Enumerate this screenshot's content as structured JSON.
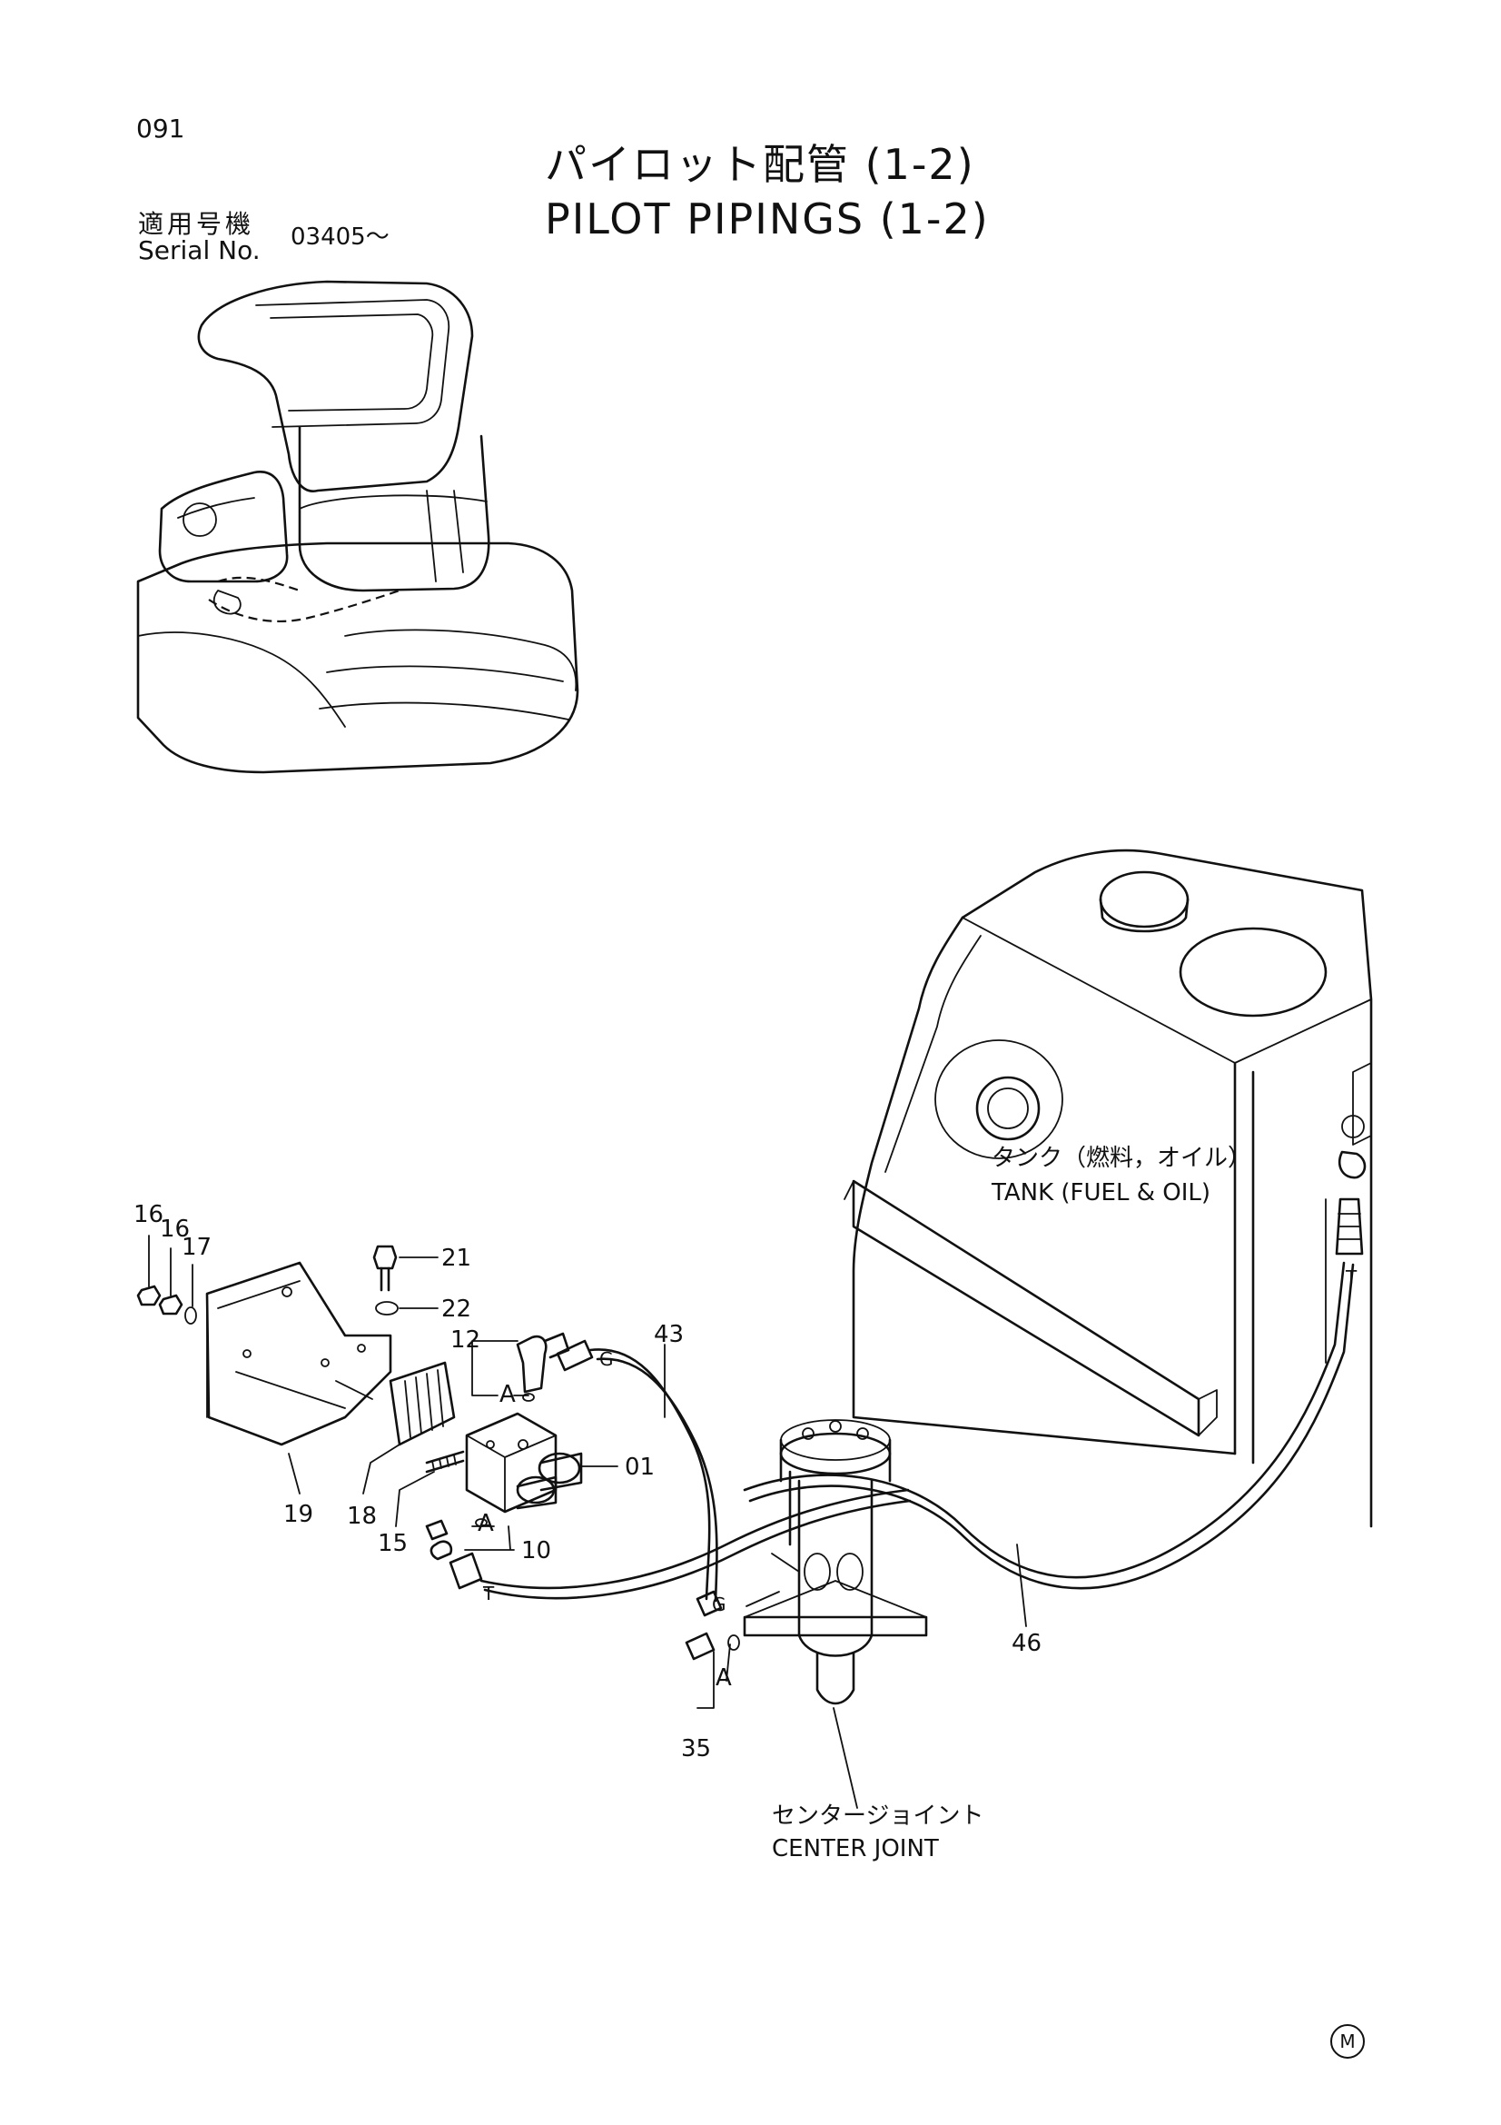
{
  "page": {
    "number": "091",
    "title_jp": "パイロット配管 (1-2)",
    "title_en": "PILOT PIPINGS (1-2)",
    "serial_label_jp": "適用号機",
    "serial_label_en": "Serial No.",
    "serial_value": "03405～",
    "mark": "M"
  },
  "labels": {
    "tank_jp": "タンク（燃料，オイル）",
    "tank_en": "TANK (FUEL & OIL)",
    "center_joint_jp": "センタージョイント",
    "center_joint_en": "CENTER JOINT"
  },
  "callouts": {
    "p16a": "16",
    "p16b": "16",
    "p17": "17",
    "p21": "21",
    "p22": "22",
    "p12": "12",
    "p43": "43",
    "pA1": "A",
    "p01": "01",
    "p19": "19",
    "p18": "18",
    "p15": "15",
    "pA2": "A",
    "p10": "10",
    "p46": "46",
    "pA3": "A",
    "p35": "35"
  },
  "port_marks": {
    "g1": "G",
    "t1": "T",
    "g2": "G",
    "t2": "T"
  }
}
